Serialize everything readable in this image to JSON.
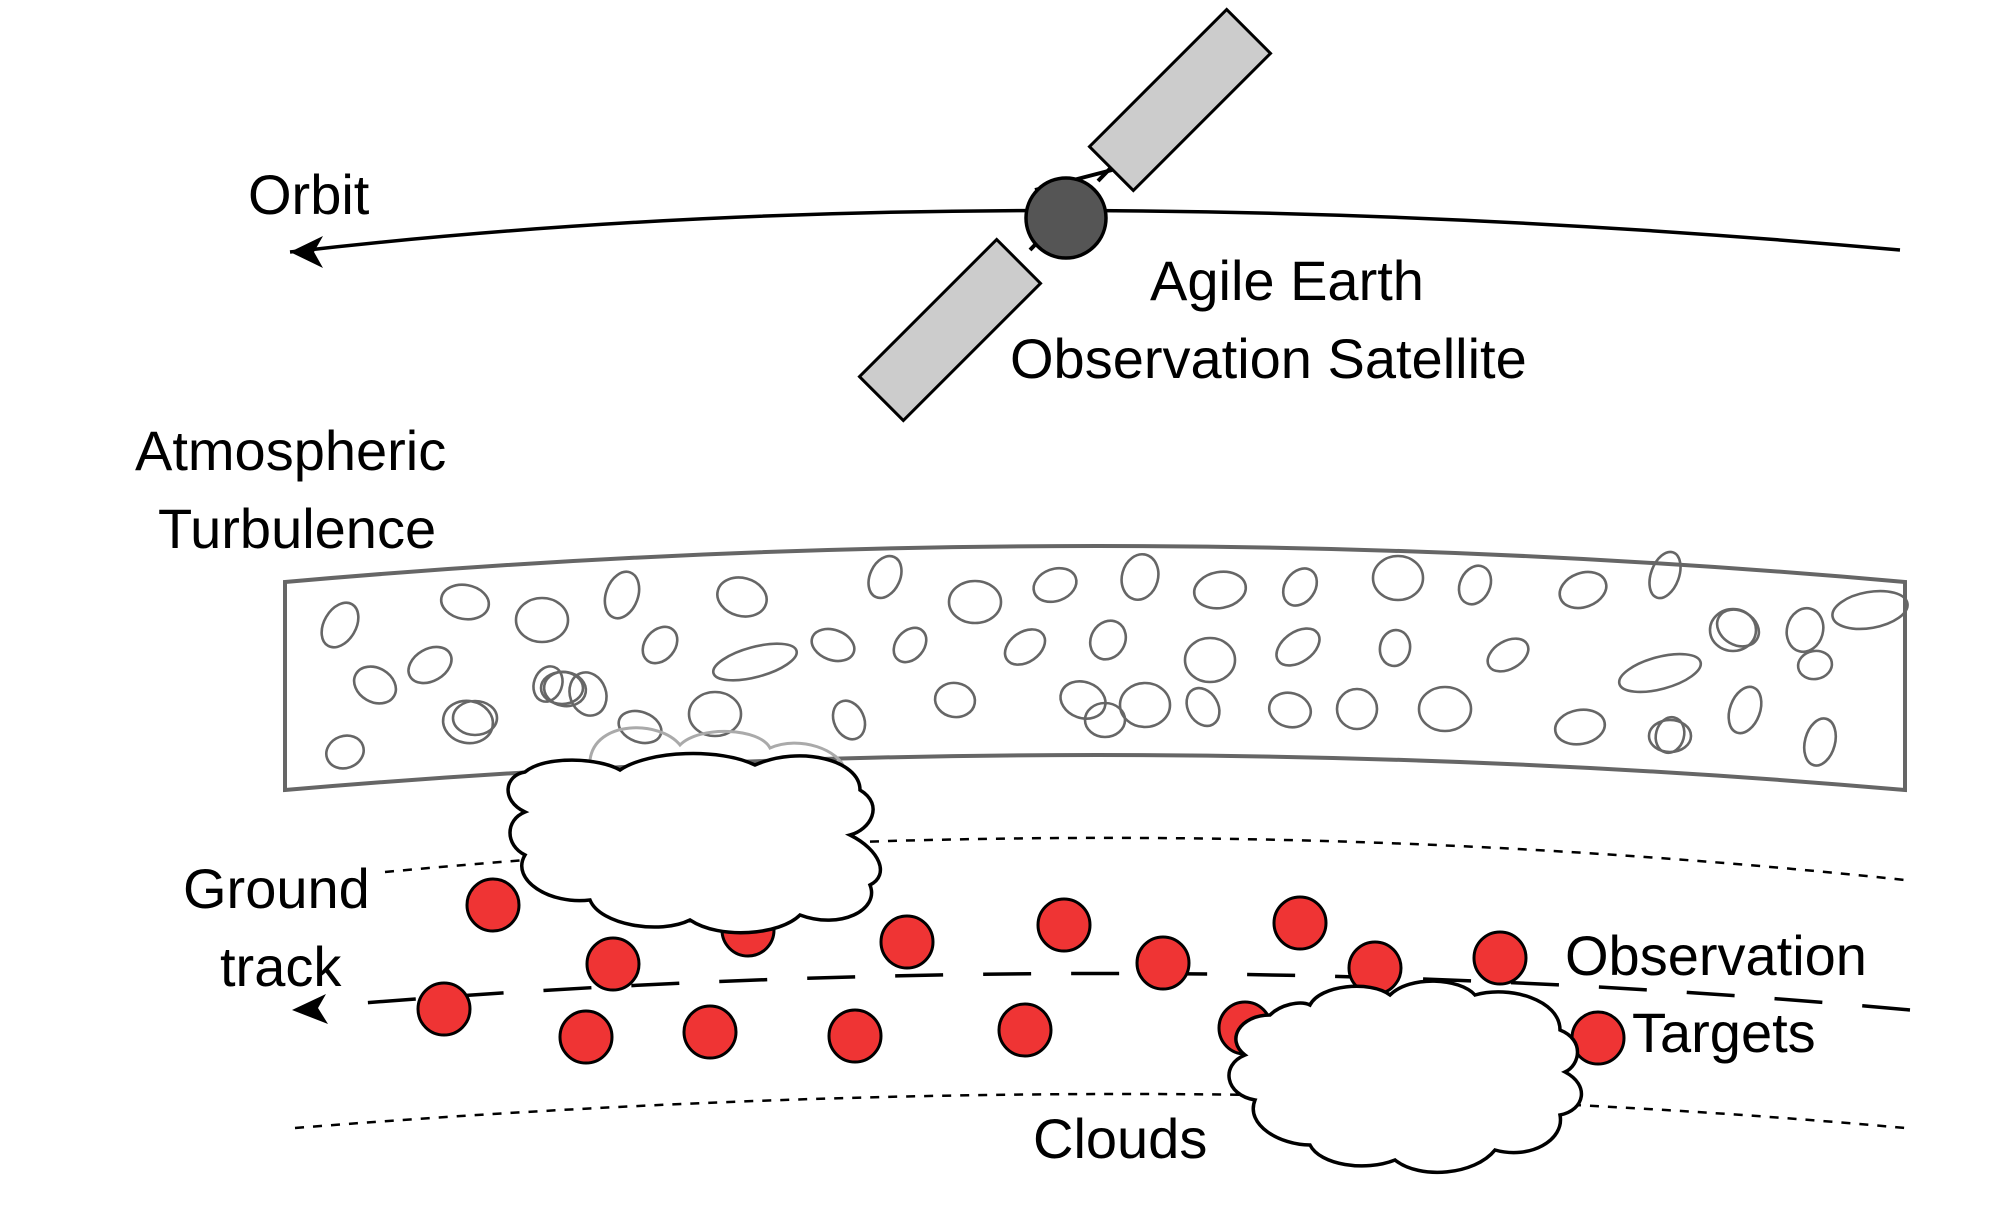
{
  "labels": {
    "orbit": "Orbit",
    "satellite_line1": "Agile Earth",
    "satellite_line2": "Observation Satellite",
    "turbulence_line1": "Atmospheric",
    "turbulence_line2": "Turbulence",
    "ground_line1": "Ground",
    "ground_line2": "track",
    "targets_line1": "Observation",
    "targets_line2": "Targets",
    "clouds": "Clouds"
  },
  "colors": {
    "target_fill": "#ef3434",
    "target_stroke": "#000000",
    "satellite_body": "#555555",
    "solar_panel": "#cccccc",
    "turbulence_stroke": "#666666",
    "cloud_fill": "#ffffff"
  },
  "icons": {
    "satellite": "satellite-icon",
    "cloud": "cloud-icon",
    "target": "target-dot"
  }
}
